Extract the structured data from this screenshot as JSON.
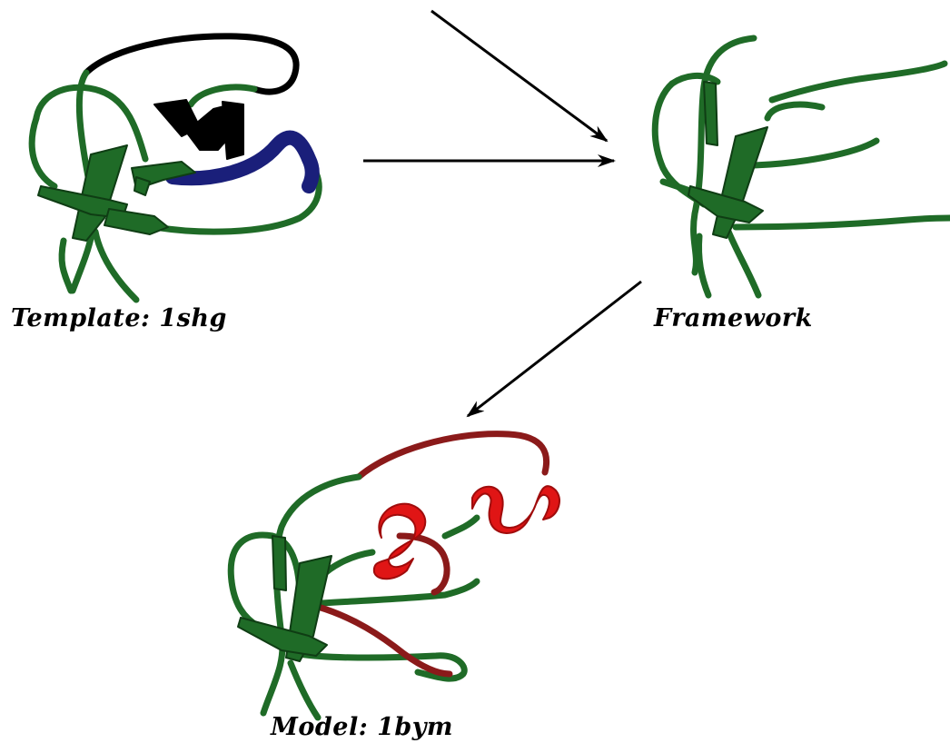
{
  "captions": {
    "template": "Template: 1shg",
    "framework": "Framework",
    "model": "Model: 1bym"
  },
  "colors": {
    "framework_strand": "#1f6b27",
    "template_loop": "#000000",
    "template_helix_region": "#1a1f7a",
    "model_new_loop": "#8b1a1a",
    "model_helix": "#e01515",
    "arrow": "#000000"
  }
}
